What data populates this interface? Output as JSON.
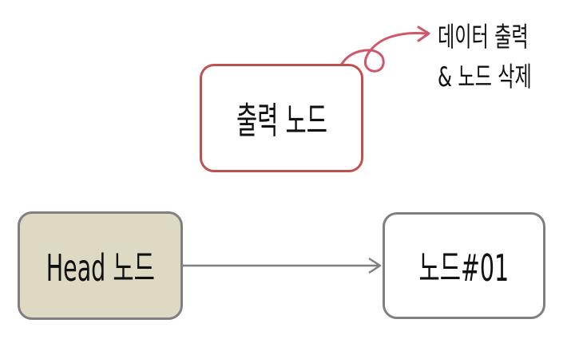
{
  "nodes": {
    "output": "출력 노드",
    "head": "Head 노드",
    "node01": "노드#01"
  },
  "annotation": {
    "line1": "데이터 출력",
    "line2": "& 노드 삭제"
  },
  "colors": {
    "output_border": "#c0504d",
    "head_fill": "#ddd9c3",
    "gray_border": "#7f7f7f",
    "curly_arrow": "#d0566a",
    "connector": "#7f7f7f"
  }
}
